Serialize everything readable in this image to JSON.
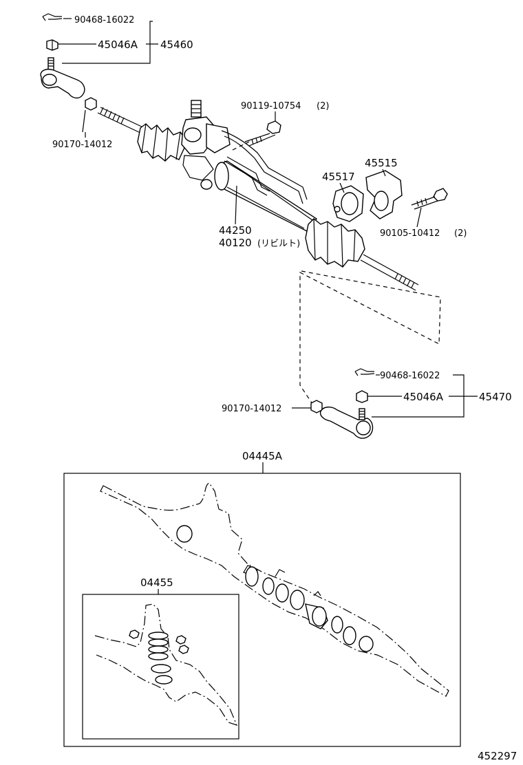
{
  "labels": {
    "p_90468_top": "90468-16022",
    "p_45046a_top": "45046A",
    "p_45460": "45460",
    "p_90119": "90119-10754",
    "p_90119_qty": "(2)",
    "p_90170_top": "90170-14012",
    "p_45515": "45515",
    "p_45517": "45517",
    "p_44250": "44250",
    "p_40120": "40120",
    "p_40120_note": "(リビルト)",
    "p_90105": "90105-10412",
    "p_90105_qty": "(2)",
    "p_90468_bot": "90468-16022",
    "p_45046a_bot": "45046A",
    "p_45470": "45470",
    "p_90170_bot": "90170-14012",
    "p_04445a": "04445A",
    "p_04455": "04455",
    "figure_no": "452297"
  }
}
